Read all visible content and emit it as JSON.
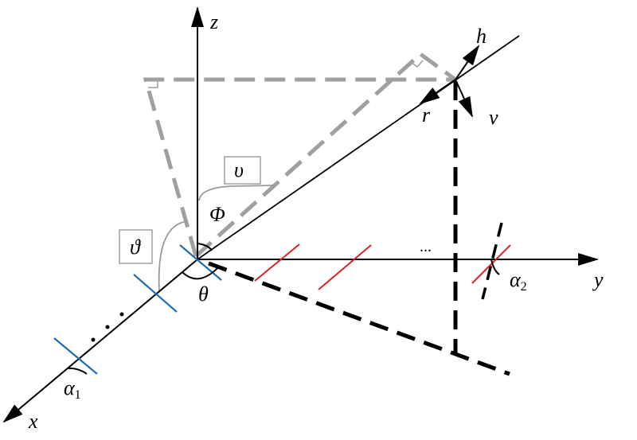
{
  "labels": {
    "z": "z",
    "y": "y",
    "x": "x",
    "h": "h",
    "r": "r",
    "v": "v",
    "phi": "Φ",
    "theta": "θ",
    "upsilon_box": "υ",
    "vartheta_box": "ϑ",
    "alpha1": "α",
    "alpha1_sub": "1",
    "alpha2": "α",
    "alpha2_sub": "2",
    "ellipsis_y": "...",
    "ellipsis_x": "·  ·  ·"
  },
  "colors": {
    "axis": "#000000",
    "gray_dash": "#a0a0a0",
    "blue_tick": "#1f6fb0",
    "red_tick": "#e02020"
  }
}
